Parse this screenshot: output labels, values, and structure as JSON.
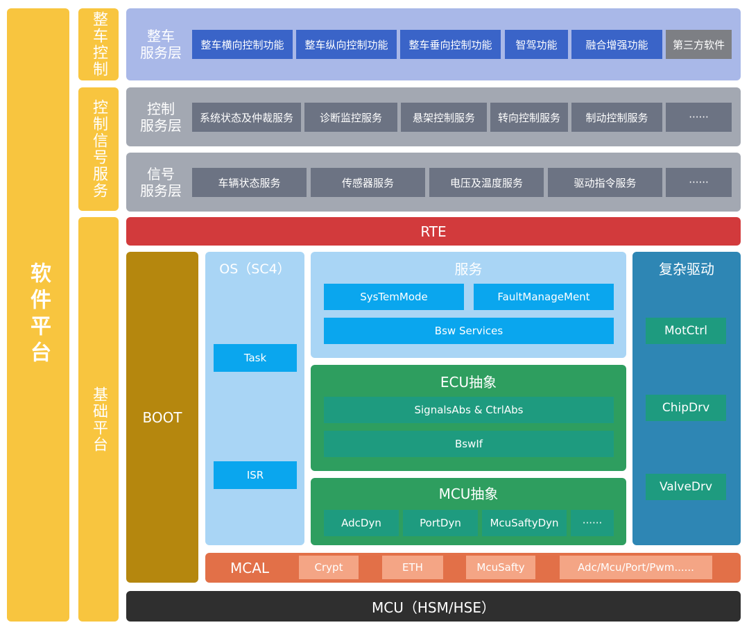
{
  "left": {
    "software_platform": "软件平台",
    "vehicle_control": "整车控制",
    "control_signal_service": "控制信号服务",
    "base_platform": "基础平台"
  },
  "vehicle_layer": {
    "title": "整车\n服务层",
    "items": [
      "整车横向控制功能",
      "整车纵向控制功能",
      "整车垂向控制功能",
      "智驾功能",
      "融合增强功能",
      "第三方软件"
    ]
  },
  "control_layer": {
    "title": "控制\n服务层",
    "items": [
      "系统状态及仲裁服务",
      "诊断监控服务",
      "悬架控制服务",
      "转向控制服务",
      "制动控制服务",
      "······"
    ]
  },
  "signal_layer": {
    "title": "信号\n服务层",
    "items": [
      "车辆状态服务",
      "传感器服务",
      "电压及温度服务",
      "驱动指令服务",
      "······"
    ]
  },
  "rte": "RTE",
  "boot": "BOOT",
  "os": {
    "title": "OS（SC4）",
    "task": "Task",
    "isr": "ISR"
  },
  "services": {
    "title": "服务",
    "sys_mode": "SysTemMode",
    "fault": "FaultManageMent",
    "bsw": "Bsw Services"
  },
  "ecu": {
    "title": "ECU抽象",
    "signals": "SignalsAbs & CtrlAbs",
    "bswif": "BswIf"
  },
  "mcu_abs": {
    "title": "MCU抽象",
    "items": [
      "AdcDyn",
      "PortDyn",
      "McuSaftyDyn",
      "······"
    ]
  },
  "complex": {
    "title": "复杂驱动",
    "items": [
      "MotCtrl",
      "ChipDrv",
      "ValveDrv"
    ]
  },
  "mcal": {
    "title": "MCAL",
    "items": [
      "Crypt",
      "ETH",
      "McuSafty",
      "Adc/Mcu/Port/Pwm......"
    ]
  },
  "mcu": "MCU（HSM/HSE）",
  "colors": {
    "yellow": "#f8c53f",
    "vehicle_bg": "#a9b8e8",
    "vehicle_box": "#3a64c8",
    "gray_bg": "#a3a8b2",
    "gray_box": "#6c7383",
    "rte": "#d23a3c",
    "boot": "#b5870e",
    "os_bg": "#a9d5f5",
    "cyan": "#0aa6ee",
    "green": "#2e9e5f",
    "teal": "#1e9b7f",
    "complex": "#2e86b4",
    "mcal": "#e27048",
    "mcu": "#2f2f2f"
  }
}
